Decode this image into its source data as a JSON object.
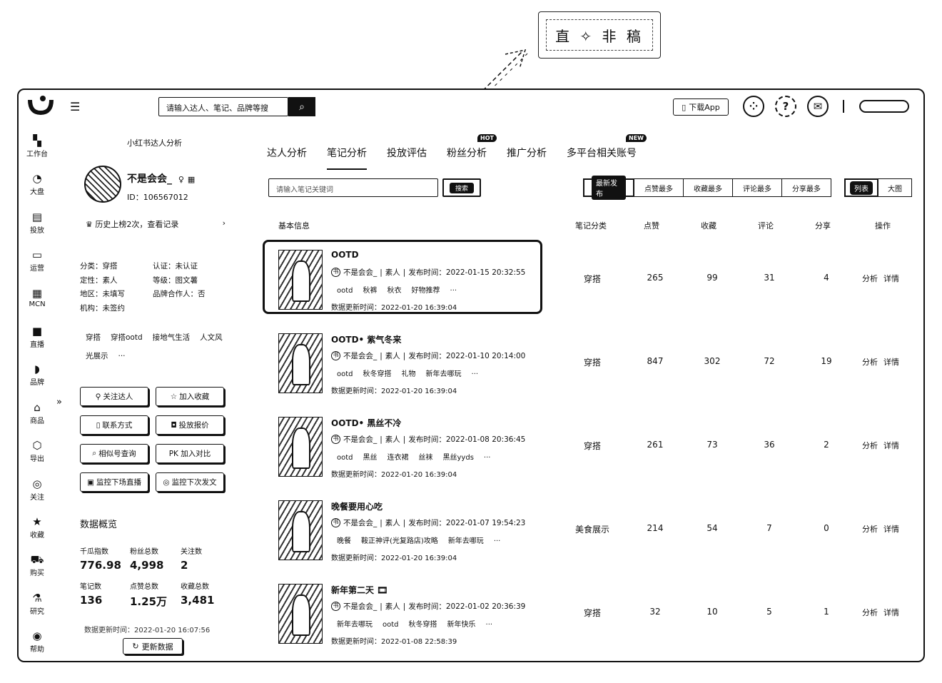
{
  "callout": {
    "text": "直 ✧ 非 稿"
  },
  "topbar": {
    "search_placeholder": "请输入达人、笔记、品牌等搜",
    "download_label": "下载App",
    "help_icon": "?"
  },
  "nav": [
    {
      "icon": "▚",
      "label": "工作台"
    },
    {
      "icon": "◔",
      "label": "大盘"
    },
    {
      "icon": "▤",
      "label": "投放"
    },
    {
      "icon": "▭",
      "label": "运营"
    },
    {
      "icon": "▦",
      "label": "MCN"
    },
    {
      "icon": "■",
      "label": "直播"
    },
    {
      "icon": "◗",
      "label": "品牌"
    },
    {
      "icon": "⌂",
      "label": "商品"
    },
    {
      "icon": "⬡",
      "label": "导出"
    },
    {
      "icon": "◎",
      "label": "关注"
    },
    {
      "icon": "★",
      "label": "收藏"
    },
    {
      "icon": "⛟",
      "label": "购买"
    },
    {
      "icon": "⚗",
      "label": "研究"
    },
    {
      "icon": "◉",
      "label": "帮助"
    }
  ],
  "profile": {
    "section_title": "小红书达人分析",
    "name": "不是会会_",
    "id": "ID：106567012",
    "history": "历史上榜2次，查看记录",
    "attrs": [
      "分类：穿搭",
      "认证：未认证",
      "定性：素人",
      "等级：图文薯",
      "地区：未填写",
      "品牌合作人：否",
      "机构：未签约",
      ""
    ],
    "tags": [
      "穿搭",
      "穿搭ootd",
      "接地气生活",
      "人文风光展示",
      "···"
    ],
    "buttons": [
      "关注达人",
      "加入收藏",
      "联系方式",
      "投放报价",
      "相似号查询",
      "PK 加入对比",
      "监控下场直播",
      "监控下次发文"
    ],
    "overview_title": "数据概览",
    "stats": [
      {
        "label": "千瓜指数",
        "value": "776.98"
      },
      {
        "label": "粉丝总数",
        "value": "4,998"
      },
      {
        "label": "关注数",
        "value": "2"
      },
      {
        "label": "笔记数",
        "value": "136"
      },
      {
        "label": "点赞总数",
        "value": "1.25万"
      },
      {
        "label": "收藏总数",
        "value": "3,481"
      }
    ],
    "update_time": "数据更新时间：2022-01-20 16:07:56",
    "refresh_label": "更新数据"
  },
  "tabs": [
    {
      "label": "达人分析",
      "badge": ""
    },
    {
      "label": "笔记分析",
      "badge": ""
    },
    {
      "label": "投放评估",
      "badge": ""
    },
    {
      "label": "粉丝分析",
      "badge": "HOT"
    },
    {
      "label": "推广分析",
      "badge": ""
    },
    {
      "label": "多平台相关账号",
      "badge": "NEW"
    }
  ],
  "notes_toolbar": {
    "search_placeholder": "请输入笔记关键词",
    "search_btn": "搜索",
    "sorts": [
      "最新发布",
      "点赞最多",
      "收藏最多",
      "评论最多",
      "分享最多"
    ],
    "views": [
      "列表",
      "大图"
    ]
  },
  "table_headers": [
    "基本信息",
    "笔记分类",
    "点赞",
    "收藏",
    "评论",
    "分享",
    "操作"
  ],
  "rows": [
    {
      "title": "OOTD",
      "author": "不是会会_",
      "level": "素人",
      "published": "发布时间：2022-01-15 20:32:55",
      "tags": [
        "ootd",
        "秋裤",
        "秋衣",
        "好物推荐",
        "···"
      ],
      "updated": "数据更新时间：2022-01-20 16:39:04",
      "category": "穿搭",
      "likes": "265",
      "favs": "99",
      "comments": "31",
      "shares": "4"
    },
    {
      "title": "OOTD• 紫气冬来",
      "author": "不是会会_",
      "level": "素人",
      "published": "发布时间：2022-01-10 20:14:00",
      "tags": [
        "ootd",
        "秋冬穿搭",
        "礼物",
        "新年去哪玩",
        "···"
      ],
      "updated": "数据更新时间：2022-01-20 16:39:04",
      "category": "穿搭",
      "likes": "847",
      "favs": "302",
      "comments": "72",
      "shares": "19"
    },
    {
      "title": "OOTD• 黑丝不冷",
      "author": "不是会会_",
      "level": "素人",
      "published": "发布时间：2022-01-08 20:36:45",
      "tags": [
        "ootd",
        "黑丝",
        "连衣裙",
        "丝袜",
        "黑丝yyds",
        "···"
      ],
      "updated": "数据更新时间：2022-01-20 16:39:04",
      "category": "穿搭",
      "likes": "261",
      "favs": "73",
      "comments": "36",
      "shares": "2"
    },
    {
      "title": "晚餐要用心吃",
      "author": "不是会会_",
      "level": "素人",
      "published": "发布时间：2022-01-07 19:54:23",
      "tags": [
        "晚餐",
        "鞍正神评(光复路店)攻略",
        "新年去哪玩",
        "···"
      ],
      "updated": "数据更新时间：2022-01-20 16:39:04",
      "category": "美食展示",
      "likes": "214",
      "favs": "54",
      "comments": "7",
      "shares": "0"
    },
    {
      "title": "新年第二天 🎞",
      "author": "不是会会_",
      "level": "素人",
      "published": "发布时间：2022-01-02 20:36:39",
      "tags": [
        "新年去哪玩",
        "ootd",
        "秋冬穿搭",
        "新年快乐",
        "···"
      ],
      "updated": "数据更新时间：2022-01-08 22:58:39",
      "category": "穿搭",
      "likes": "32",
      "favs": "10",
      "comments": "5",
      "shares": "1"
    }
  ],
  "ops": [
    "分析",
    "详情"
  ]
}
